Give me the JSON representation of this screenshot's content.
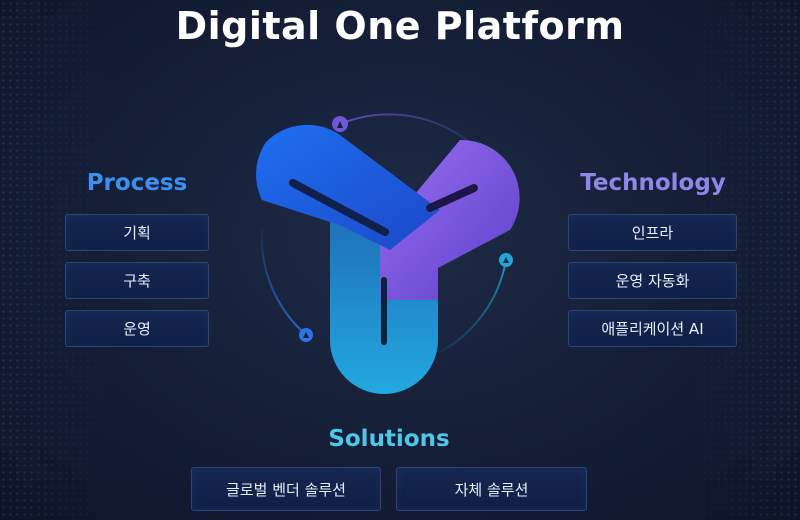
{
  "title": "Digital One Platform",
  "process": {
    "heading": "Process",
    "items": [
      "기획",
      "구축",
      "운영"
    ]
  },
  "technology": {
    "heading": "Technology",
    "items": [
      "인프라",
      "운영 자동화",
      "애플리케이션 AI"
    ]
  },
  "solutions": {
    "heading": "Solutions",
    "items": [
      "글로벌 벤더 솔루션",
      "자체 솔루션"
    ]
  },
  "colors": {
    "process": "#3f8ff0",
    "technology": "#8f87e6",
    "solutions": "#4ec7e8",
    "background": "#151f38"
  },
  "icons": [
    "process-triangle-marker-icon",
    "technology-triangle-marker-icon",
    "solutions-triangle-marker-icon"
  ]
}
